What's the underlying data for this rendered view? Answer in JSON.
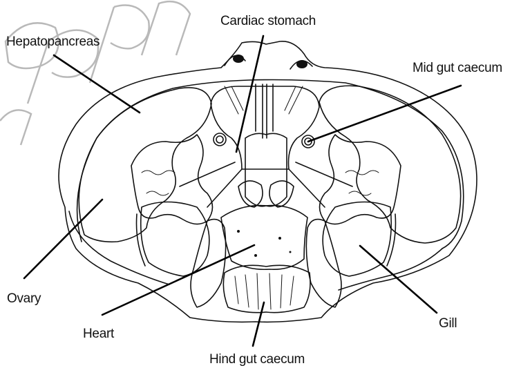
{
  "diagram": {
    "labels": {
      "cardiac_stomach": "Cardiac stomach",
      "hepatopancreas": "Hepatopancreas",
      "mid_gut_caecum": "Mid gut caecum",
      "ovary": "Ovary",
      "gill": "Gill",
      "heart": "Heart",
      "hind_gut_caecum": "Hind gut caecum"
    }
  }
}
